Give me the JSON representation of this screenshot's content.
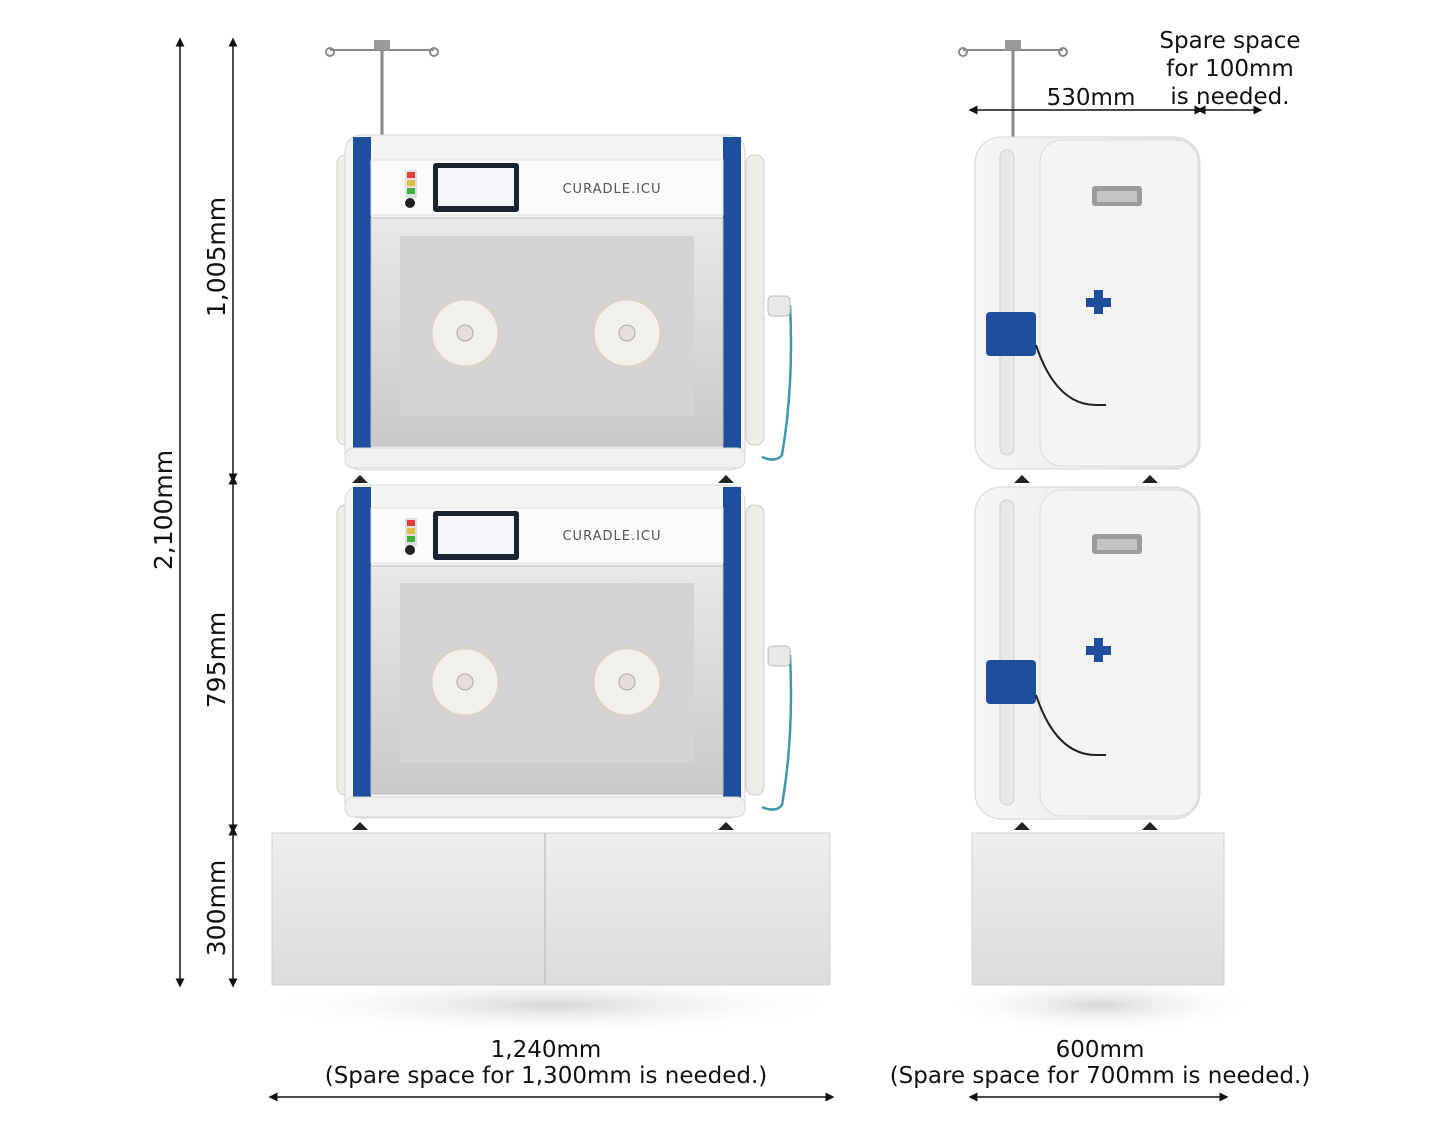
{
  "front_view": {
    "brand": "CURADLE.ICU",
    "dims": {
      "total_height": "2,100mm",
      "upper_height": "1,005mm",
      "lower_height": "795mm",
      "base_height": "300mm",
      "width": "1,240mm",
      "width_note": "(Spare space for 1,300mm is needed.)"
    }
  },
  "side_view": {
    "dims": {
      "depth_top": "530mm",
      "spare_note_line1": "Spare space",
      "spare_note_line2": "for 100mm",
      "spare_note_line3": "is needed.",
      "width": "600mm",
      "width_note": "(Spare space for 700mm is needed.)"
    }
  },
  "colors": {
    "accent_blue": "#1f4f9c",
    "body_white": "#f2f2f0",
    "chamber_gray": "#d4d4d4",
    "base_gray": "#e6e6e6",
    "screen_dark": "#1b2230",
    "tube_teal": "#3e98b0"
  },
  "icons": [
    "iv-pole-icon",
    "cross-logo-icon",
    "porthole-icon",
    "arrow-icon"
  ]
}
